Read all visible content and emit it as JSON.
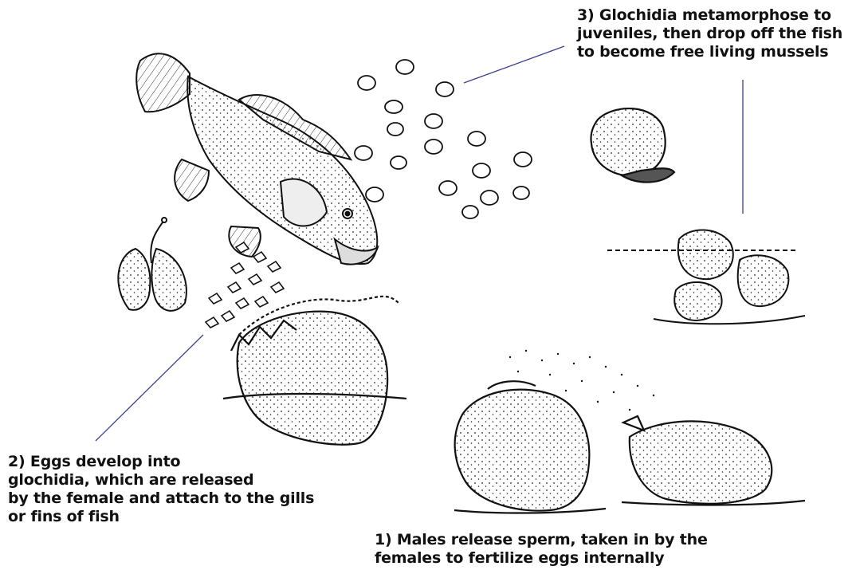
{
  "diagram": {
    "step3": {
      "lines": [
        "3) Glochidia metamorphose to",
        "juveniles, then drop off the fish",
        "to become free living mussels"
      ]
    },
    "step2": {
      "lines": [
        "2)  Eggs develop into",
        "glochidia, which are released",
        "by the female and attach to the gills",
        "or fins of fish"
      ]
    },
    "step1": {
      "lines": [
        "1)  Males release sperm, taken in by the",
        "females to fertilize eggs internally"
      ]
    },
    "colors": {
      "ink": "#111111",
      "leader_line": "#3a3f8f",
      "shell_fill": "#f2f2f2",
      "background": "#ffffff"
    }
  }
}
